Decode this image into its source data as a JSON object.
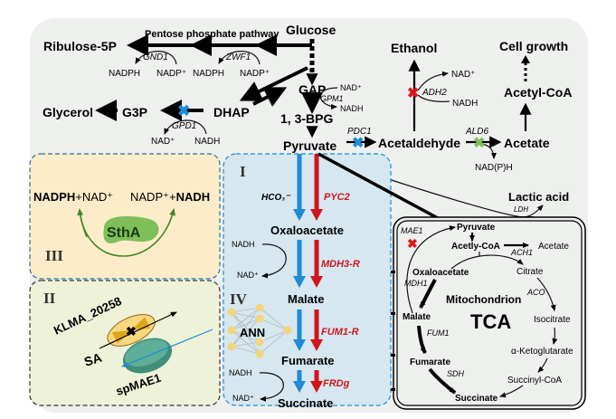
{
  "colors": {
    "background_panel": "#eef0ee",
    "panel_I": "#d6e7f0",
    "panel_II": "#eef2d9",
    "panel_III": "#fdecca",
    "blue_flux": "#1f8ad6",
    "red_flux": "#d0151c",
    "knockout_blue": "#1f8ad6",
    "knockout_red": "#e0161c",
    "knockout_green": "#7fbf5a",
    "stha_green": "#7fbf5a"
  },
  "glycolysis": {
    "glucose": "Glucose",
    "gap": "GAP",
    "bpg": "1, 3-BPG",
    "pyruvate": "Pyruvate",
    "gpm1": "GPM1",
    "gpm1_nad": "NAD⁺",
    "gpm1_nadh": "NADH"
  },
  "ppp": {
    "title": "Pentose phosphate pathway",
    "ribulose": "Ribulose-5P",
    "gnd1": "GND1",
    "zwf1": "ZWF1",
    "nadph1": "NADPH",
    "nadp1": "NADP⁺",
    "nadph2": "NADPH",
    "nadp2": "NADP⁺"
  },
  "glycerol": {
    "dhap": "DHAP",
    "g3p": "G3P",
    "glycerol": "Glycerol",
    "gpd1": "GPD1",
    "nad": "NAD⁺",
    "nadh": "NADH"
  },
  "ethanol": {
    "ethanol": "Ethanol",
    "adh2": "ADH2",
    "nad": "NAD⁺",
    "nadh": "NADH",
    "pdc1": "PDC1",
    "acetaldehyde": "Acetaldehyde",
    "ald6": "ALD6",
    "acetate": "Acetate",
    "nadph": "NAD(P)H",
    "acetyl_coa": "Acetyl-CoA",
    "cell_growth": "Cell growth",
    "lactic_acid": "Lactic acid",
    "ldh": "LDH"
  },
  "panel_III": {
    "label": "III",
    "left_a": "NADPH",
    "left_b": "+NAD⁺",
    "right_a": "NADP⁺+",
    "right_b": "NADH",
    "enzyme": "SthA"
  },
  "panel_II": {
    "label": "II",
    "transporter1": "KLMA_20258",
    "substrate": "SA",
    "transporter2": "spMAE1"
  },
  "panel_I": {
    "label": "I",
    "hco3": "HCO₃⁻",
    "pyc2": "PYC2",
    "oxaloacetate": "Oxaloacetate",
    "mdh3": "MDH3-R",
    "malate": "Malate",
    "fum1": "FUM1-R",
    "fumarate": "Fumarate",
    "frdg": "FRDg",
    "succinate": "Succinate",
    "nadh1": "NADH",
    "nad1": "NAD⁺",
    "nadh2": "NADH",
    "nad2": "NAD⁺"
  },
  "panel_IV": {
    "label": "IV",
    "ann": "ANN"
  },
  "mito": {
    "pyruvate": "Pyruvate",
    "acetyl_coa": "Acetly-CoA",
    "acetate": "Acetate",
    "ach1": "ACH1",
    "citrate": "Citrate",
    "mae1": "MAE1",
    "oxaloacetate": "Oxaloacetate",
    "mdh1": "MDH1",
    "title": "Mitochondrion",
    "aco": "ACO",
    "tca": "TCA",
    "malate": "Malate",
    "isocitrate": "Isocitrate",
    "fum1": "FUM1",
    "akg": "α-Ketoglutarate",
    "fumarate": "Fumarate",
    "sdh": "SDH",
    "succinyl": "Succinyl-CoA",
    "succinate": "Succinate"
  }
}
